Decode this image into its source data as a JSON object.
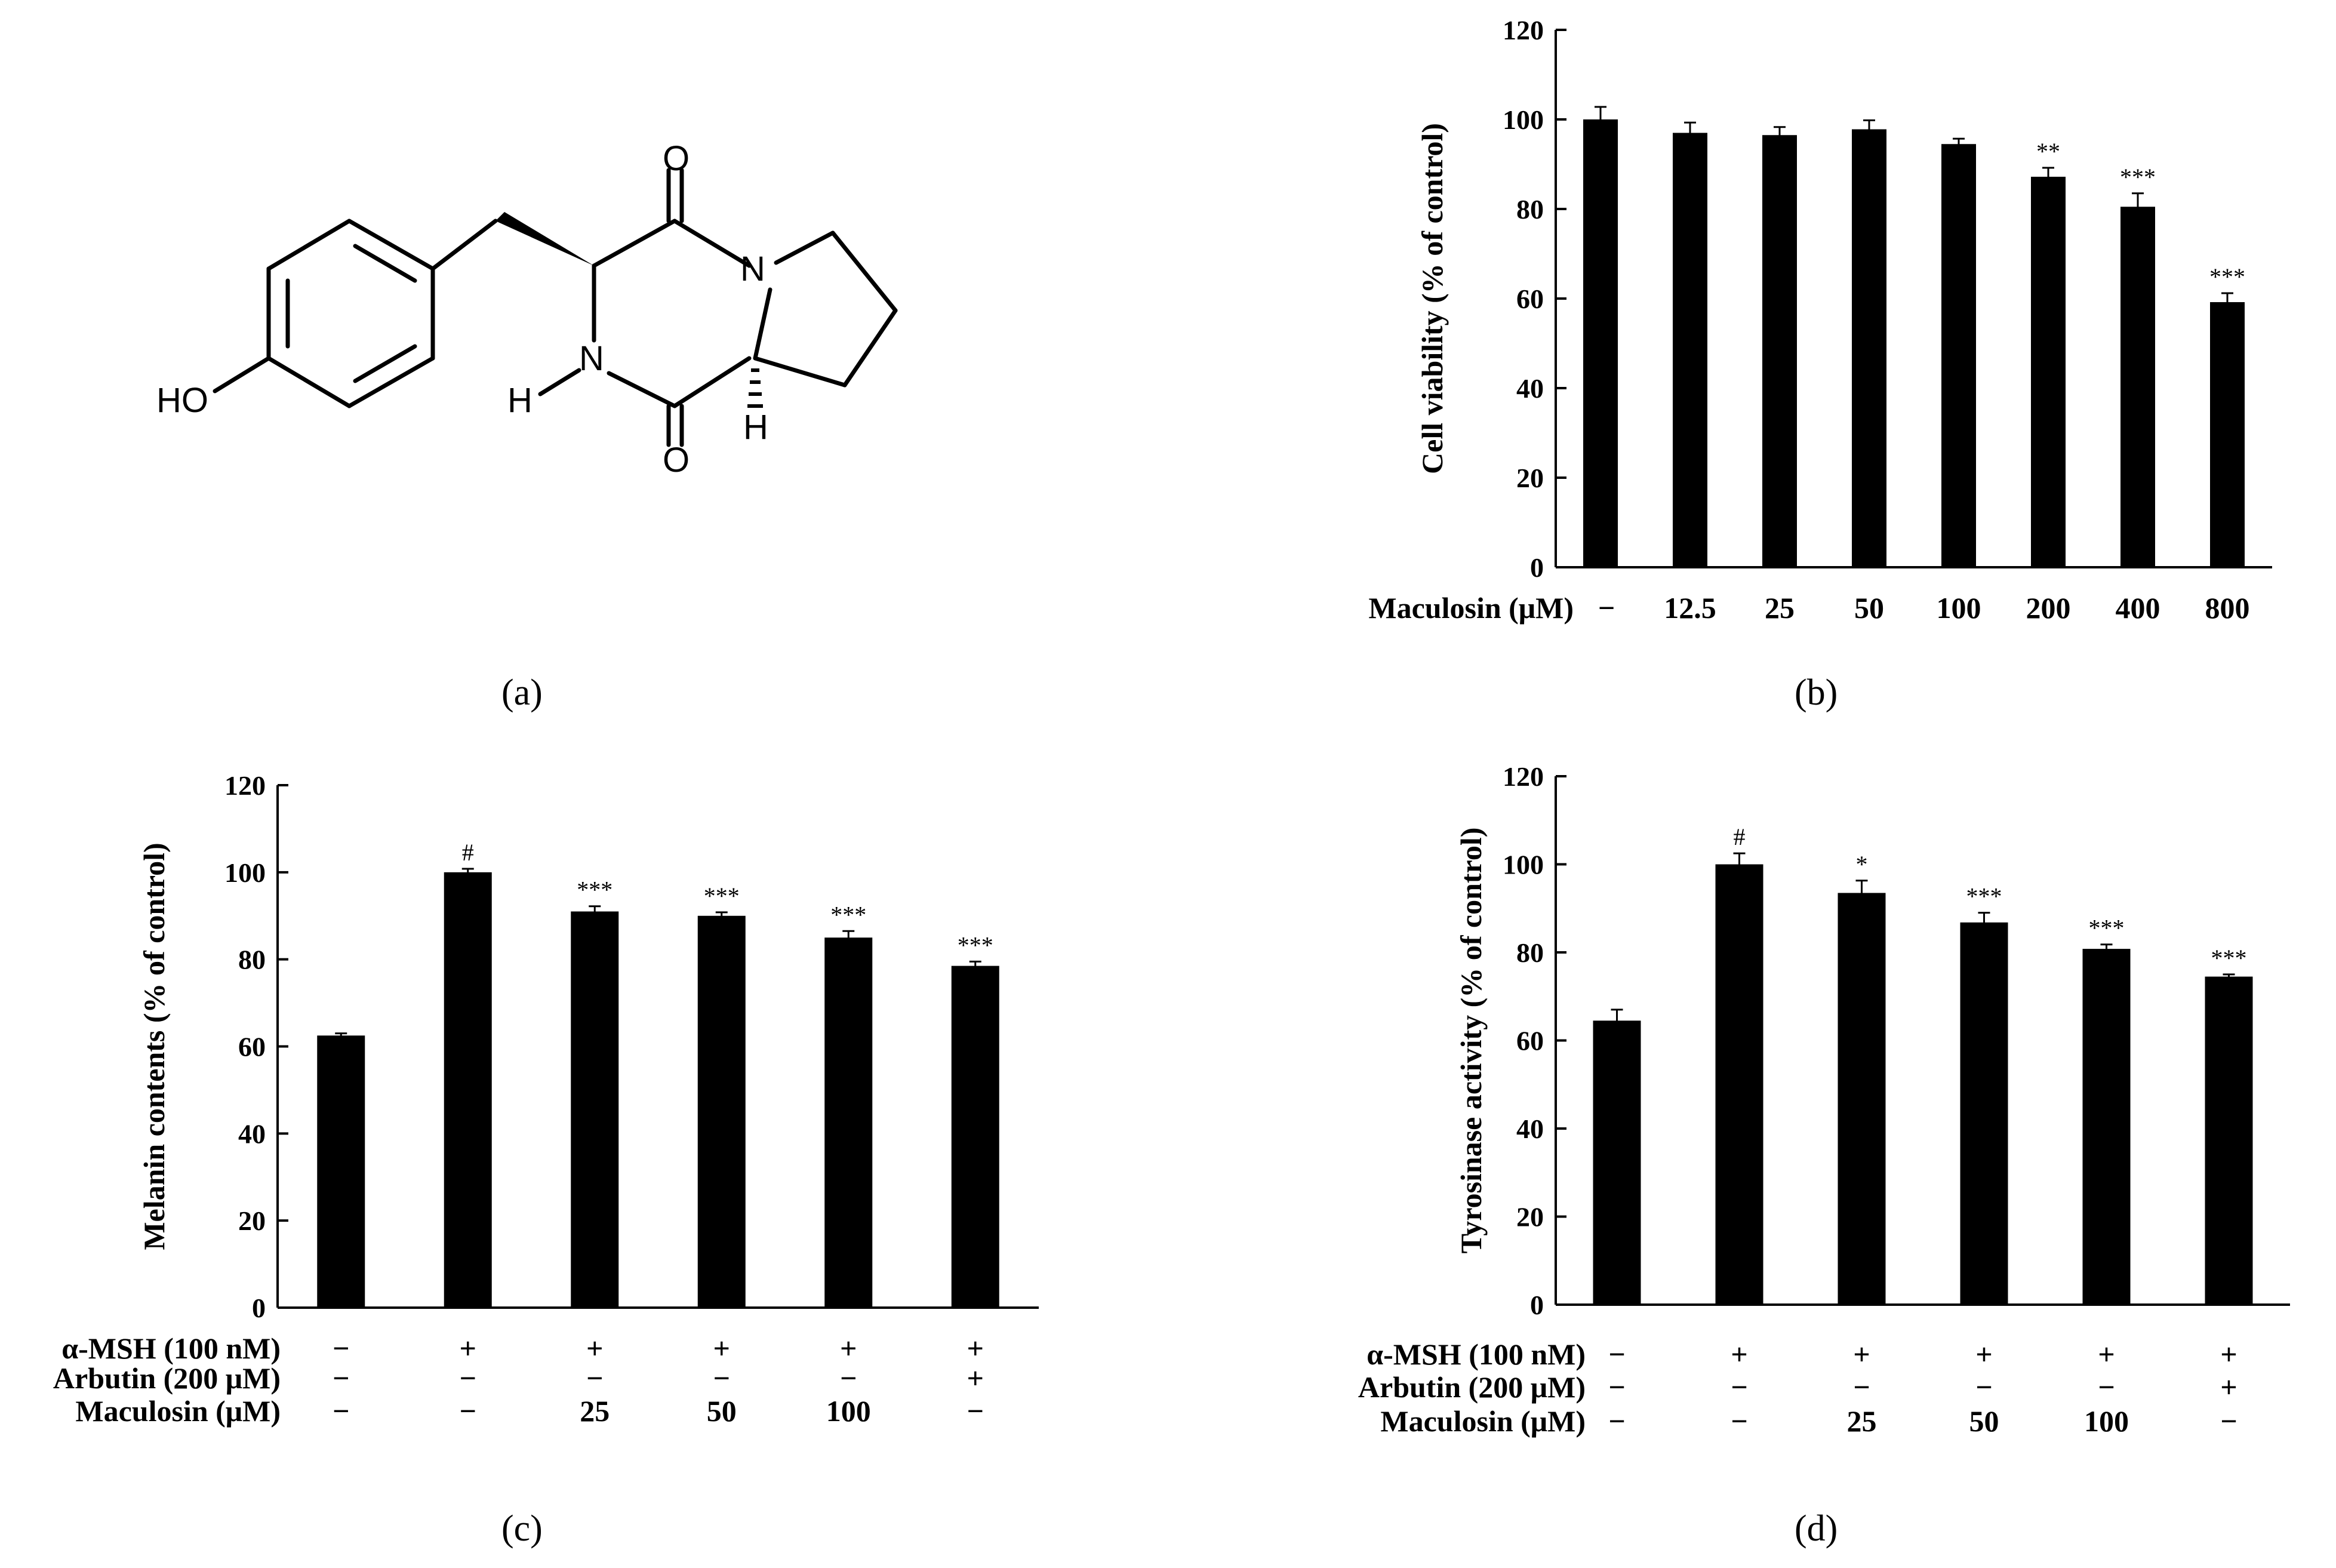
{
  "panels": {
    "a": "(a)",
    "b": "(b)",
    "c": "(c)",
    "d": "(d)"
  },
  "molecule": {
    "atoms": [
      "O",
      "N",
      "N",
      "H",
      "O",
      "H",
      "HO"
    ]
  },
  "chart_data": [
    {
      "id": "b",
      "type": "bar",
      "ylabel": "Cell viability (% of control)",
      "ylim": [
        0,
        120
      ],
      "yticks": [
        0,
        20,
        40,
        60,
        80,
        100,
        120
      ],
      "row_labels": [
        "Maculosin (μM)"
      ],
      "categories": [
        "−",
        "12.5",
        "25",
        "50",
        "100",
        "200",
        "400",
        "800"
      ],
      "values": [
        100,
        97,
        96.5,
        97.8,
        94.5,
        87.2,
        80.5,
        59.2
      ],
      "errors": [
        2.8,
        2.3,
        1.8,
        2.0,
        1.2,
        2.0,
        3.0,
        2.0
      ],
      "significance": [
        "",
        "",
        "",
        "",
        "",
        "**",
        "***",
        "***"
      ],
      "grid": false
    },
    {
      "id": "c",
      "type": "bar",
      "ylabel": "Melanin contents (% of control)",
      "ylim": [
        0,
        120
      ],
      "yticks": [
        0,
        20,
        40,
        60,
        80,
        100,
        120
      ],
      "row_labels": [
        "α-MSH (100 nM)",
        "Arbutin (200 μM)",
        "Maculosin (μM)"
      ],
      "rows": [
        [
          "−",
          "+",
          "+",
          "+",
          "+",
          "+"
        ],
        [
          "−",
          "−",
          "−",
          "−",
          "−",
          "+"
        ],
        [
          "−",
          "−",
          "25",
          "50",
          "100",
          "−"
        ]
      ],
      "values": [
        62.5,
        100,
        91,
        90,
        85,
        78.5
      ],
      "errors": [
        0.5,
        0.8,
        1.2,
        0.8,
        1.5,
        1.0
      ],
      "significance": [
        "",
        "#",
        "***",
        "***",
        "***",
        "***"
      ],
      "grid": false
    },
    {
      "id": "d",
      "type": "bar",
      "ylabel": "Tyrosinase activity (% of control)",
      "ylim": [
        0,
        120
      ],
      "yticks": [
        0,
        20,
        40,
        60,
        80,
        100,
        120
      ],
      "row_labels": [
        "α-MSH (100 nM)",
        "Arbutin (200 μM)",
        "Maculosin (μM)"
      ],
      "rows": [
        [
          "−",
          "+",
          "+",
          "+",
          "+",
          "+"
        ],
        [
          "−",
          "−",
          "−",
          "−",
          "−",
          "+"
        ],
        [
          "−",
          "−",
          "25",
          "50",
          "100",
          "−"
        ]
      ],
      "values": [
        64.5,
        100,
        93.5,
        86.8,
        80.8,
        74.5
      ],
      "errors": [
        2.5,
        2.5,
        2.8,
        2.2,
        1.0,
        0.5
      ],
      "significance": [
        "",
        "#",
        "*",
        "***",
        "***",
        "***"
      ],
      "grid": false
    }
  ]
}
